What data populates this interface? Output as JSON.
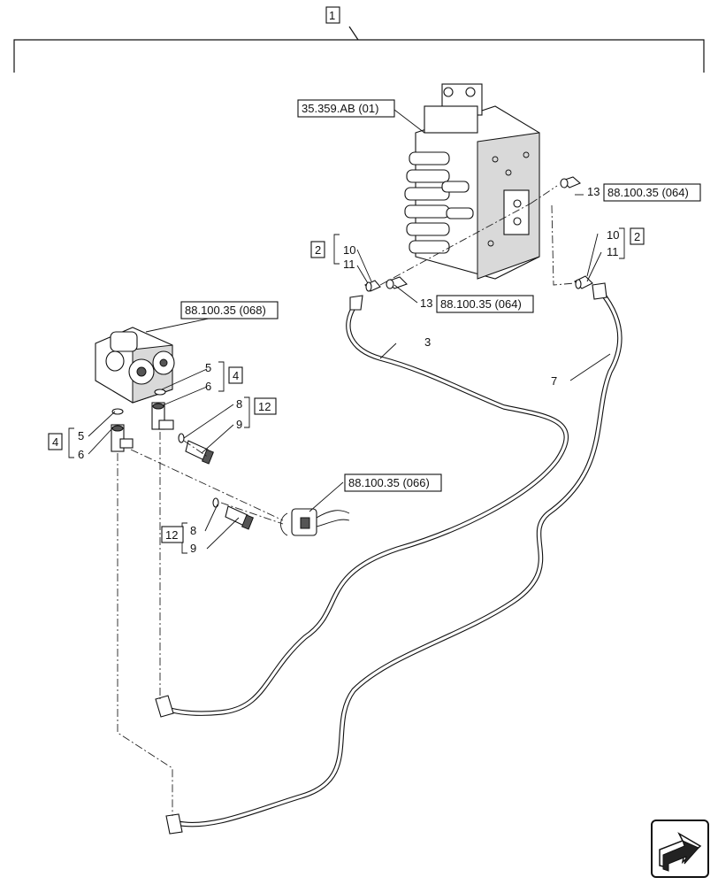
{
  "assembly_ref": "1",
  "refs": {
    "valve_block": "35.359.AB (01)",
    "top_right_ref": "88.100.35 (064)",
    "mid_ref": "88.100.35 (064)",
    "pilot_valve": "88.100.35 (068)",
    "connector": "88.100.35 (066)"
  },
  "groups": {
    "left_top_2": "2",
    "right_top_2": "2",
    "group_4_upper": "4",
    "group_4_left": "4",
    "group_12_upper": "12",
    "group_12_lower": "12"
  },
  "callouts": {
    "c10_left": "10",
    "c11_left": "11",
    "c10_right": "10",
    "c11_right": "11",
    "c13_top": "13",
    "c13_mid": "13",
    "c3": "3",
    "c7": "7",
    "c5_upper": "5",
    "c6_upper": "6",
    "c5_left": "5",
    "c6_left": "6",
    "c8_upper": "8",
    "c9_upper": "9",
    "c8_lower": "8",
    "c9_lower": "9"
  },
  "nav_icon": "arrow-next-icon"
}
